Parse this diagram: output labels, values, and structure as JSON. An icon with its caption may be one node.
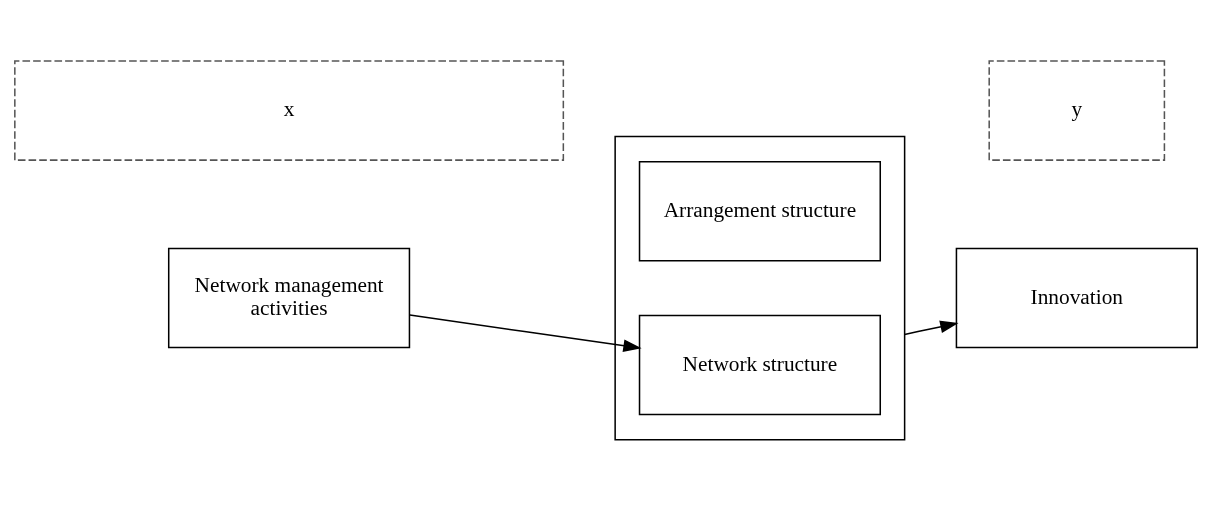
{
  "diagram": {
    "nodes": [
      {
        "text": [
          "x"
        ]
      },
      {
        "text": [
          "y"
        ]
      },
      {
        "text": [
          "Network management activities"
        ]
      },
      {
        "text": [],
        "shape": "box"
      },
      {
        "text": [
          "Arrangement structure"
        ],
        "in": 3
      },
      {
        "text": [
          "Network structure"
        ],
        "in": 3
      },
      {
        "text": [
          "Innovation"
        ]
      }
    ],
    "edges": [
      {
        "from": 2,
        "to": 5,
        "arrow": "to"
      },
      {
        "from": 3,
        "to": 6,
        "arrow": "to"
      }
    ]
  }
}
